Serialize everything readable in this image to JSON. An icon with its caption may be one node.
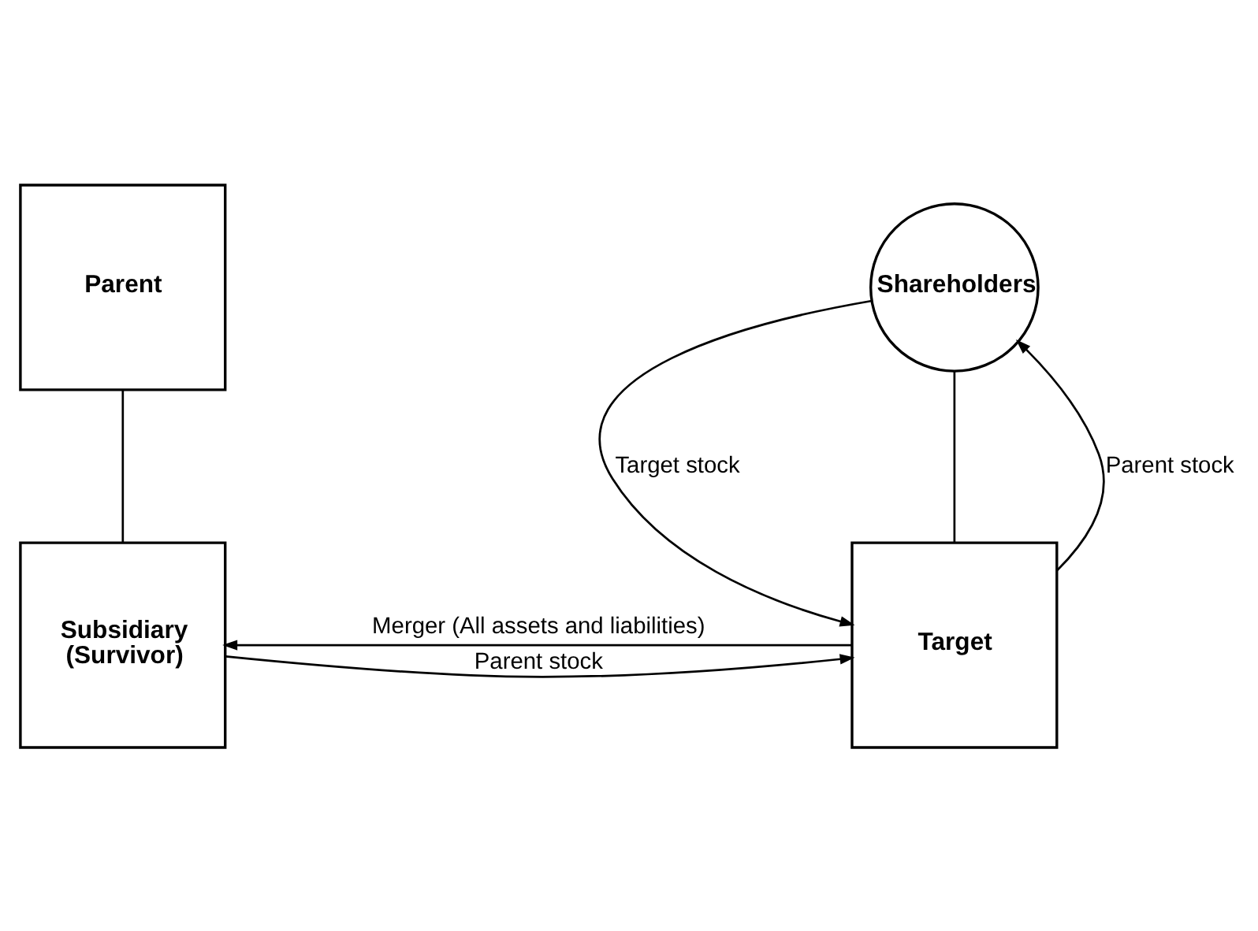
{
  "diagram": {
    "nodes": [
      {
        "text": [
          "Parent"
        ]
      },
      {
        "text": [
          "Subsidiary (Survivor)"
        ]
      },
      {
        "text": [
          "Shareholders"
        ]
      },
      {
        "text": [
          "Target"
        ]
      }
    ],
    "edges": [
      {
        "from": 0,
        "to": 1,
        "arrow": "none"
      },
      {
        "from": 1,
        "to": 3,
        "arrow": "to",
        "label": "Parent stock"
      },
      {
        "from": 3,
        "to": 1,
        "arrow": "to",
        "label": "Merger (All assets and liabilities)"
      },
      {
        "from": 2,
        "to": 3,
        "arrow": "to",
        "label": "Target stock"
      },
      {
        "from": 2,
        "to": 3,
        "arrow": "none"
      },
      {
        "from": 3,
        "to": 2,
        "arrow": "to",
        "label": "Parent stock"
      }
    ]
  }
}
